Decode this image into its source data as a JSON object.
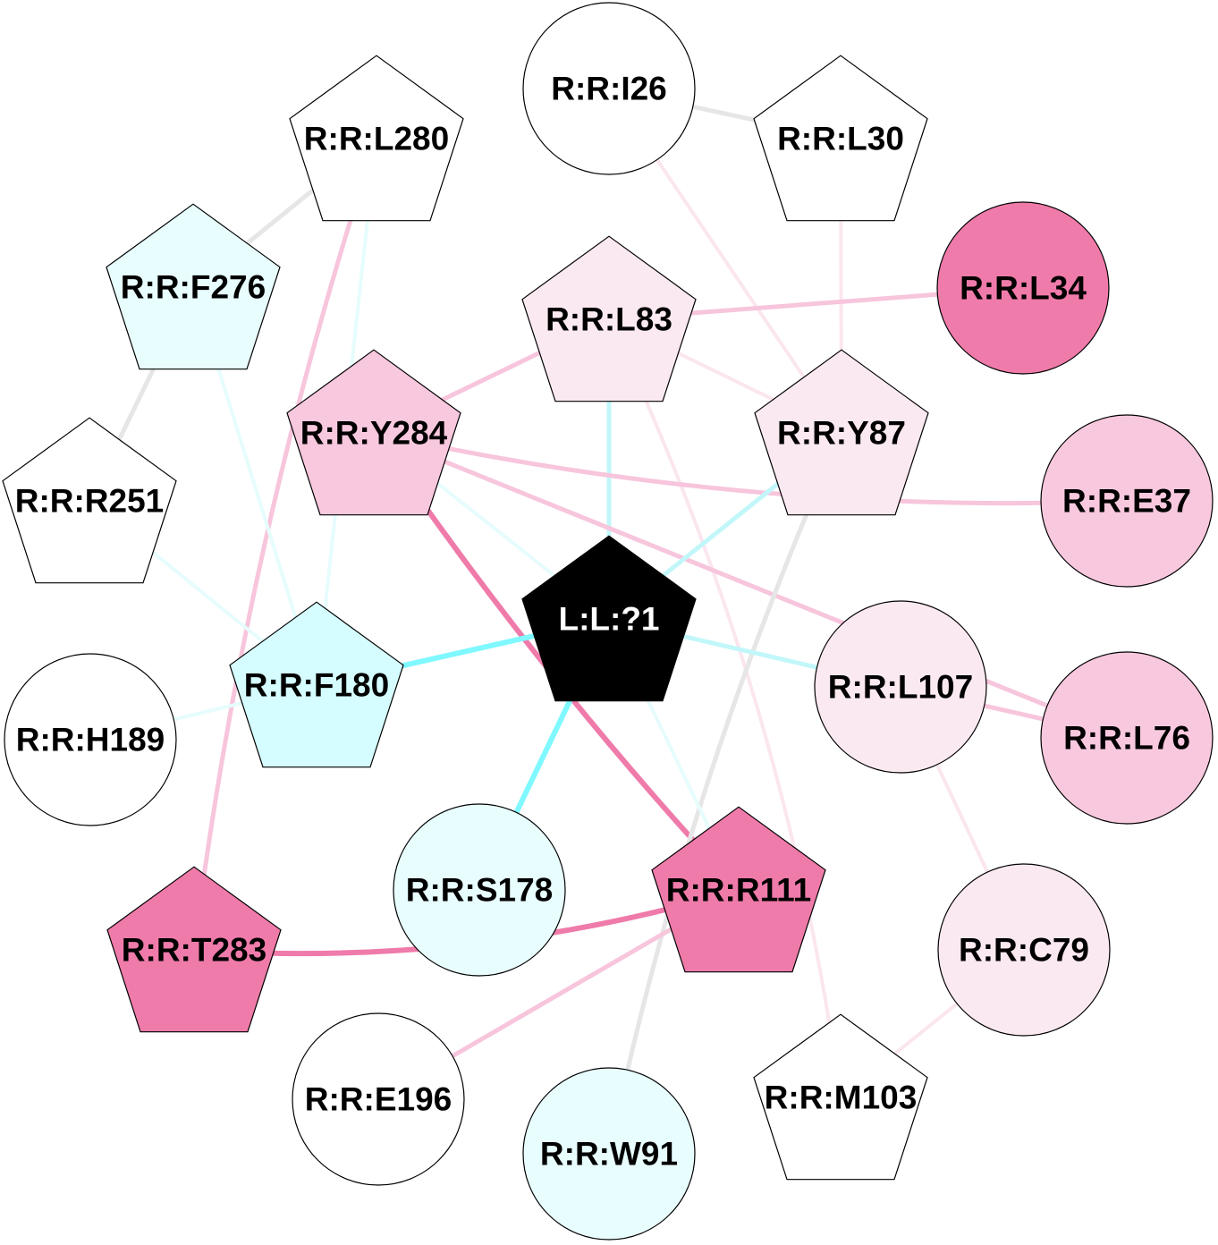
{
  "colors": {
    "gray": "#e6e6e6",
    "cyan_strong": "#80f8ff",
    "cyan_light": "#e6fcfd",
    "cyan_mid": "#c2f7fa",
    "pink_strong": "#ef7baa",
    "pink_mid": "#f7c5dc",
    "pink_light": "#fbe6ef",
    "stroke": "#000000"
  },
  "nodes": [
    {
      "id": "L:L:?1",
      "label": "L:L:?1",
      "shape": "pentagon",
      "fill": "#000000",
      "text": "#ffffff"
    },
    {
      "id": "R:R:I26",
      "label": "R:R:I26",
      "shape": "circle",
      "fill": "#ffffff",
      "text": "#000000"
    },
    {
      "id": "R:R:L30",
      "label": "R:R:L30",
      "shape": "pentagon",
      "fill": "#ffffff",
      "text": "#000000"
    },
    {
      "id": "R:R:L280",
      "label": "R:R:L280",
      "shape": "pentagon",
      "fill": "#ffffff",
      "text": "#000000"
    },
    {
      "id": "R:R:F276",
      "label": "R:R:F276",
      "shape": "pentagon",
      "fill": "#e8fdfe",
      "text": "#000000"
    },
    {
      "id": "R:R:L83",
      "label": "R:R:L83",
      "shape": "pentagon",
      "fill": "#fbe9f1",
      "text": "#000000"
    },
    {
      "id": "R:R:L34",
      "label": "R:R:L34",
      "shape": "circle",
      "fill": "#ef7baa",
      "text": "#000000"
    },
    {
      "id": "R:R:Y284",
      "label": "R:R:Y284",
      "shape": "pentagon",
      "fill": "#f8c8de",
      "text": "#000000"
    },
    {
      "id": "R:R:Y87",
      "label": "R:R:Y87",
      "shape": "pentagon",
      "fill": "#fbe9f1",
      "text": "#000000"
    },
    {
      "id": "R:R:R251",
      "label": "R:R:R251",
      "shape": "pentagon",
      "fill": "#ffffff",
      "text": "#000000"
    },
    {
      "id": "R:R:E37",
      "label": "R:R:E37",
      "shape": "circle",
      "fill": "#f8c8de",
      "text": "#000000"
    },
    {
      "id": "R:R:F180",
      "label": "R:R:F180",
      "shape": "pentagon",
      "fill": "#d5fcfe",
      "text": "#000000"
    },
    {
      "id": "R:R:L107",
      "label": "R:R:L107",
      "shape": "circle",
      "fill": "#fbe9f1",
      "text": "#000000"
    },
    {
      "id": "R:R:L76",
      "label": "R:R:L76",
      "shape": "circle",
      "fill": "#f8c8de",
      "text": "#000000"
    },
    {
      "id": "R:R:H189",
      "label": "R:R:H189",
      "shape": "circle",
      "fill": "#ffffff",
      "text": "#000000"
    },
    {
      "id": "R:R:S178",
      "label": "R:R:S178",
      "shape": "circle",
      "fill": "#e8fdfe",
      "text": "#000000"
    },
    {
      "id": "R:R:R111",
      "label": "R:R:R111",
      "shape": "pentagon",
      "fill": "#ef7baa",
      "text": "#000000"
    },
    {
      "id": "R:R:T283",
      "label": "R:R:T283",
      "shape": "pentagon",
      "fill": "#ef7baa",
      "text": "#000000"
    },
    {
      "id": "R:R:C79",
      "label": "R:R:C79",
      "shape": "circle",
      "fill": "#fbe9f1",
      "text": "#000000"
    },
    {
      "id": "R:R:E196",
      "label": "R:R:E196",
      "shape": "circle",
      "fill": "#ffffff",
      "text": "#000000"
    },
    {
      "id": "R:R:M103",
      "label": "R:R:M103",
      "shape": "pentagon",
      "fill": "#ffffff",
      "text": "#000000"
    },
    {
      "id": "R:R:W91",
      "label": "R:R:W91",
      "shape": "circle",
      "fill": "#e8fdfe",
      "text": "#000000"
    }
  ],
  "edges": [
    {
      "from": "R:R:I26",
      "to": "R:R:L30",
      "color": "gray",
      "weight": "medium"
    },
    {
      "from": "R:R:I26",
      "to": "R:R:Y87",
      "color": "pink_light",
      "weight": "thin"
    },
    {
      "from": "R:R:L30",
      "to": "R:R:Y87",
      "color": "pink_light",
      "weight": "thin"
    },
    {
      "from": "R:R:L280",
      "to": "R:R:F276",
      "color": "gray",
      "weight": "medium"
    },
    {
      "from": "R:R:L280",
      "to": "R:R:T283",
      "color": "pink_mid",
      "weight": "medium",
      "curve": "left"
    },
    {
      "from": "R:R:L280",
      "to": "R:R:F180",
      "color": "cyan_light",
      "weight": "thin"
    },
    {
      "from": "R:R:F276",
      "to": "R:R:R251",
      "color": "gray",
      "weight": "medium"
    },
    {
      "from": "R:R:F276",
      "to": "R:R:F180",
      "color": "cyan_light",
      "weight": "thin"
    },
    {
      "from": "R:R:L83",
      "to": "R:R:L34",
      "color": "pink_mid",
      "weight": "medium"
    },
    {
      "from": "R:R:L83",
      "to": "R:R:Y284",
      "color": "pink_mid",
      "weight": "medium"
    },
    {
      "from": "R:R:L83",
      "to": "R:R:Y87",
      "color": "pink_light",
      "weight": "thin"
    },
    {
      "from": "R:R:L83",
      "to": "L:L:?1",
      "color": "cyan_mid",
      "weight": "medium"
    },
    {
      "from": "R:R:L83",
      "to": "R:R:M103",
      "color": "pink_light",
      "weight": "thin",
      "curve": "right"
    },
    {
      "from": "R:R:Y284",
      "to": "R:R:E37",
      "color": "pink_mid",
      "weight": "medium",
      "curve": "down"
    },
    {
      "from": "R:R:Y284",
      "to": "R:R:L76",
      "color": "pink_mid",
      "weight": "medium"
    },
    {
      "from": "R:R:Y284",
      "to": "R:R:R111",
      "color": "pink_strong",
      "weight": "thick",
      "curve": "slight"
    },
    {
      "from": "R:R:Y284",
      "to": "L:L:?1",
      "color": "cyan_light",
      "weight": "thin"
    },
    {
      "from": "R:R:Y87",
      "to": "L:L:?1",
      "color": "cyan_mid",
      "weight": "medium"
    },
    {
      "from": "R:R:Y87",
      "to": "R:R:W91",
      "color": "gray",
      "weight": "medium",
      "curve": "left"
    },
    {
      "from": "R:R:R251",
      "to": "R:R:F180",
      "color": "cyan_light",
      "weight": "thin"
    },
    {
      "from": "R:R:F180",
      "to": "L:L:?1",
      "color": "cyan_strong",
      "weight": "thick"
    },
    {
      "from": "R:R:F180",
      "to": "R:R:H189",
      "color": "cyan_light",
      "weight": "thin"
    },
    {
      "from": "L:L:?1",
      "to": "R:R:L107",
      "color": "cyan_mid",
      "weight": "medium"
    },
    {
      "from": "L:L:?1",
      "to": "R:R:S178",
      "color": "cyan_strong",
      "weight": "thick"
    },
    {
      "from": "L:L:?1",
      "to": "R:R:R111",
      "color": "cyan_light",
      "weight": "thin"
    },
    {
      "from": "R:R:L107",
      "to": "R:R:L76",
      "color": "pink_mid",
      "weight": "medium"
    },
    {
      "from": "R:R:L107",
      "to": "R:R:C79",
      "color": "pink_light",
      "weight": "thin"
    },
    {
      "from": "R:R:C79",
      "to": "R:R:M103",
      "color": "pink_light",
      "weight": "thin"
    },
    {
      "from": "R:R:R111",
      "to": "R:R:T283",
      "color": "pink_strong",
      "weight": "thick",
      "curve": "down"
    },
    {
      "from": "R:R:R111",
      "to": "R:R:E196",
      "color": "pink_mid",
      "weight": "medium"
    }
  ]
}
